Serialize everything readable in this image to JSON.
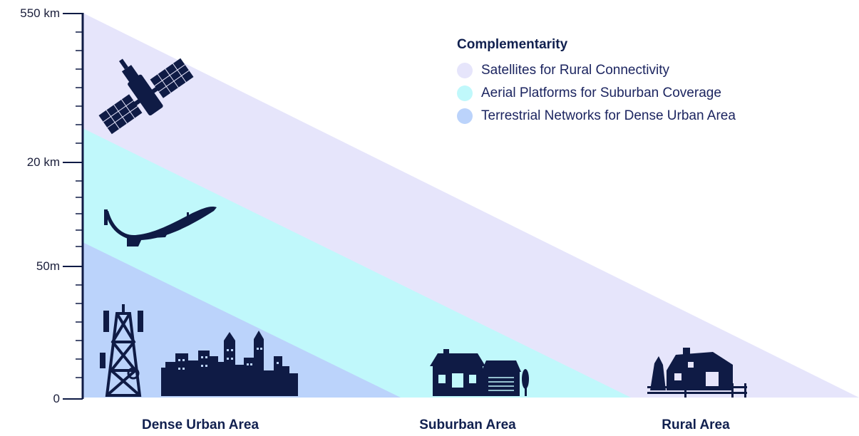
{
  "axis": {
    "ticks": [
      "550 km",
      "20 km",
      "50m",
      "0"
    ]
  },
  "legend": {
    "title": "Complementarity",
    "items": [
      {
        "label": "Satellites for Rural Connectivity",
        "color": "#e6e5fb"
      },
      {
        "label": "Aerial Platforms for Suburban Coverage",
        "color": "#c0f8fb"
      },
      {
        "label": "Terrestrial Networks for Dense Urban Area",
        "color": "#bbd3fb"
      }
    ]
  },
  "areas": {
    "urban": "Dense Urban Area",
    "suburban": "Suburban Area",
    "rural": "Rural Area"
  },
  "icons": [
    "satellite-icon",
    "aerial-platform-icon",
    "cell-tower-icon",
    "city-skyline-icon",
    "suburban-house-icon",
    "barn-icon"
  ],
  "colors": {
    "ink": "#0f1b45",
    "axis": "#1b1f3b"
  }
}
